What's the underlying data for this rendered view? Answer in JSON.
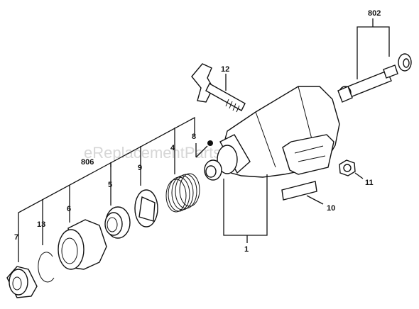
{
  "watermark": "eReplacementParts.com",
  "labels": {
    "p802": "802",
    "p12": "12",
    "p8": "8",
    "p4": "4",
    "p806": "806",
    "p9": "9",
    "p5": "5",
    "p6": "6",
    "p13": "13",
    "p7": "7",
    "p11": "11",
    "p10": "10",
    "p1": "1"
  }
}
